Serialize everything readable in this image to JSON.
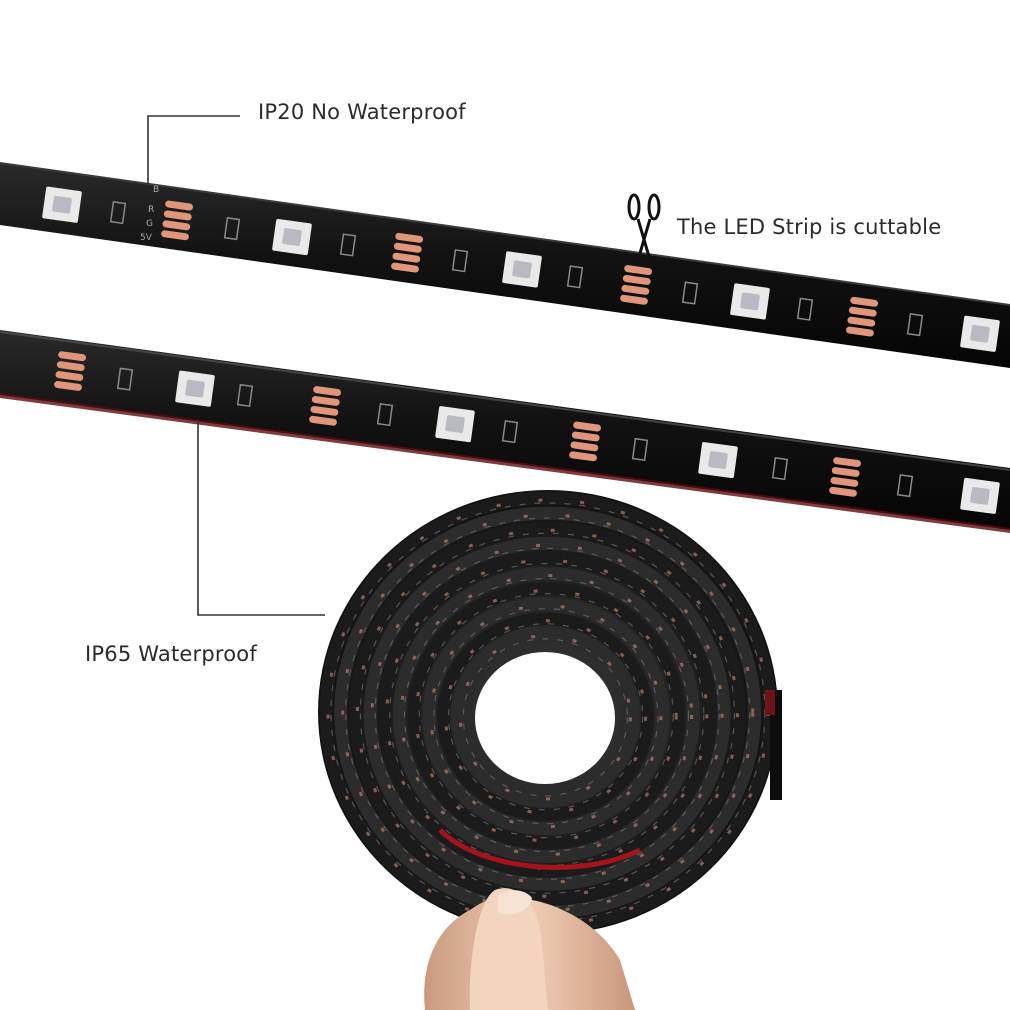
{
  "labels": {
    "ip20": "IP20 No Waterproof",
    "cuttable": "The LED Strip is cuttable",
    "ip65": "IP65 Waterproof"
  },
  "strip_marks": {
    "pad_b": "B",
    "pad_r": "R",
    "pad_g": "G",
    "pad_5v": "5V"
  },
  "colors": {
    "strip": "#141414",
    "pad": "#e0967a",
    "led": "#e9e9e9",
    "callout_line": "#333333",
    "skin": "#e8c2a8",
    "adhesive": "#a3141b"
  },
  "icons": {
    "cut_marker": "scissors-icon"
  }
}
